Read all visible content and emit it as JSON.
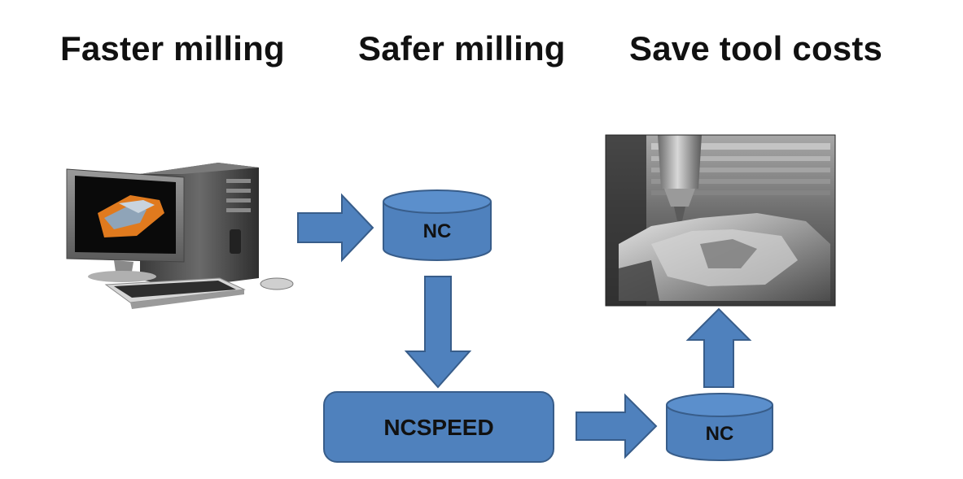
{
  "headings": [
    "Faster milling",
    "Safer milling",
    "Save tool costs"
  ],
  "nodes": {
    "nc_top": "NC",
    "ncspeed": "NCSPEED",
    "nc_bottom": "NC"
  },
  "images": {
    "computer": "desktop-computer-with-cad-model",
    "machine": "cnc-milling-machine-photo"
  },
  "colors": {
    "shape_fill": "#4f81bd",
    "shape_stroke": "#385d8a",
    "text": "#111111"
  }
}
